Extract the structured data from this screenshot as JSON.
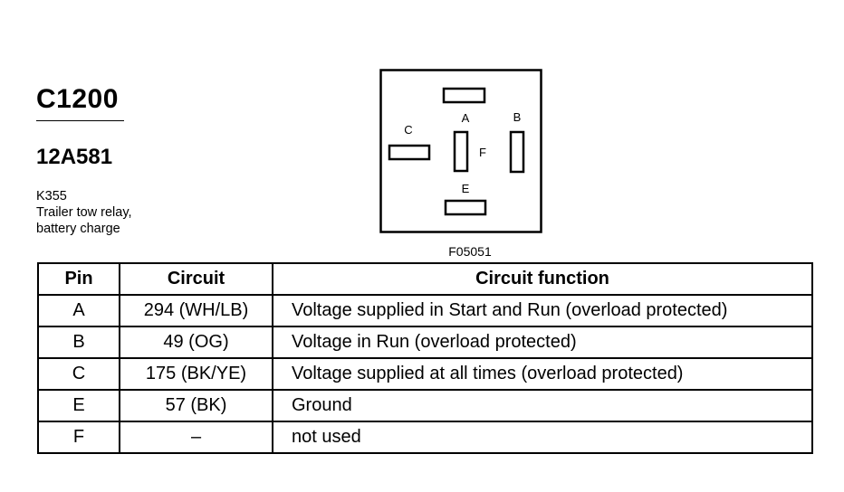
{
  "connector": {
    "id": "C1200",
    "part_number": "12A581",
    "component_code": "K355",
    "description_line1": "Trailer tow relay,",
    "description_line2": "battery charge"
  },
  "diagram": {
    "figure_id": "F05051",
    "pin_labels": {
      "A": "A",
      "B": "B",
      "C": "C",
      "E": "E",
      "F": "F"
    }
  },
  "table": {
    "headers": {
      "pin": "Pin",
      "circuit": "Circuit",
      "function": "Circuit function"
    },
    "rows": [
      {
        "pin": "A",
        "circuit": "294 (WH/LB)",
        "function": "Voltage supplied in Start and Run (overload protected)"
      },
      {
        "pin": "B",
        "circuit": "49 (OG)",
        "function": "Voltage in Run (overload protected)"
      },
      {
        "pin": "C",
        "circuit": "175 (BK/YE)",
        "function": "Voltage supplied at all times (overload protected)"
      },
      {
        "pin": "E",
        "circuit": "57 (BK)",
        "function": "Ground"
      },
      {
        "pin": "F",
        "circuit": "–",
        "function": "not used"
      }
    ]
  }
}
